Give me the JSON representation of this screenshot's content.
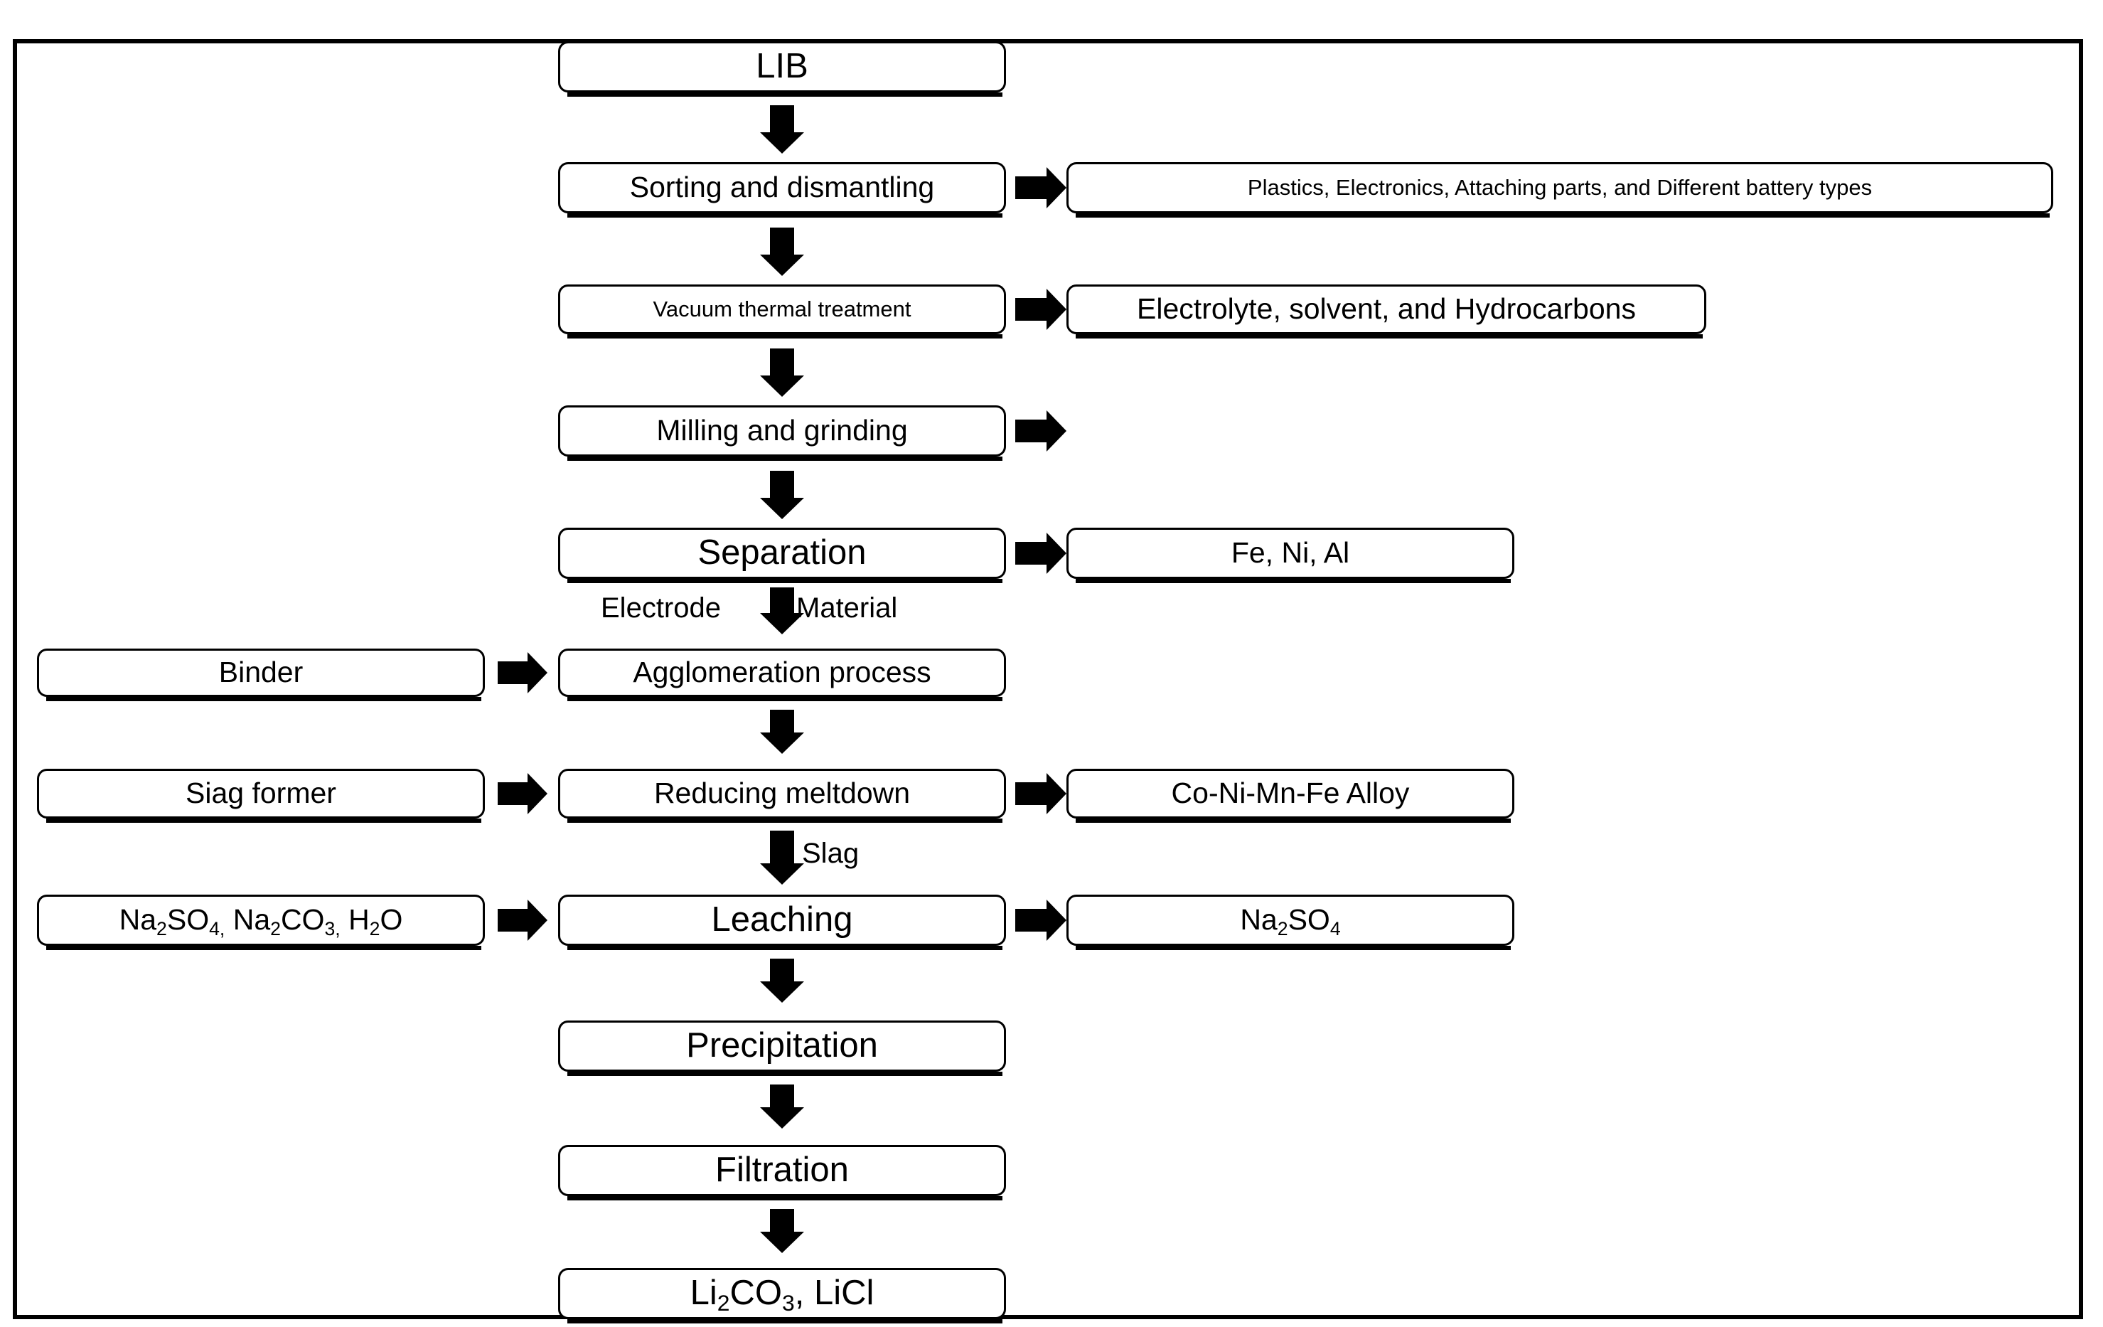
{
  "diagram": {
    "title": "LIB recycling pyrometallurgical / hydrometallurgical process flowchart",
    "nodes": {
      "lib": "LIB",
      "sorting": "Sorting and dismantling",
      "sorting_out": "Plastics, Electronics, Attaching parts, and Different battery types",
      "vacuum": "Vacuum thermal treatment",
      "vacuum_out": "Electrolyte, solvent, and Hydrocarbons",
      "milling": "Milling and grinding",
      "separation": "Separation",
      "separation_out": "Fe, Ni, Al",
      "binder": "Binder",
      "agglomeration": "Agglomeration process",
      "slag_former": "Siag former",
      "reducing": "Reducing meltdown",
      "reducing_out": "Co-Ni-Mn-Fe Alloy",
      "leach_in_prefix": "Na",
      "leaching": "Leaching",
      "precipitation": "Precipitation",
      "filtration": "Filtration"
    },
    "formulas": {
      "leaching_inputs": "Na2SO4, Na2CO3, H2O",
      "leaching_output": "Na2SO4",
      "final_products": "Li2CO3, LiCl"
    },
    "edge_labels": {
      "electrode": "Electrode",
      "material": "Material",
      "slag": "Slag"
    },
    "colors": {
      "stroke": "#000000",
      "fill": "#ffffff",
      "frame": "#000000"
    }
  }
}
